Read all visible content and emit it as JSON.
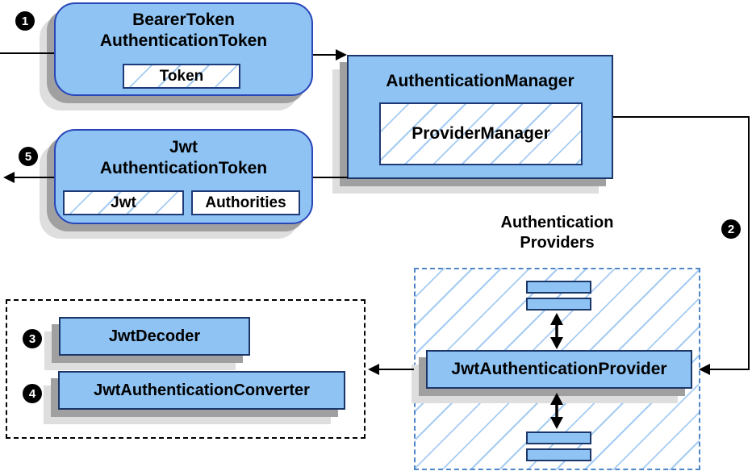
{
  "colors": {
    "node_fill": "#8ec3f3",
    "rounded_node_border": "#2946b8",
    "rect_node_border": "#1b3668",
    "hatch_line": "#a5ccf3",
    "providers_region_border": "#4e86c8",
    "dashed_group_border": "#000000",
    "shadow_dark": "#a0a0a0",
    "shadow_light": "#dedede",
    "arrow": "#000000",
    "badge_bg": "#000000",
    "badge_text": "#ffffff"
  },
  "badges": {
    "b1": "1",
    "b2": "2",
    "b3": "3",
    "b4": "4",
    "b5": "5"
  },
  "nodes": {
    "bearer_token": {
      "line1": "BearerToken",
      "line2": "AuthenticationToken",
      "token": "Token"
    },
    "authentication_manager": {
      "title": "AuthenticationManager",
      "provider_manager": "ProviderManager"
    },
    "jwt_authentication_token": {
      "line1": "Jwt",
      "line2": "AuthenticationToken",
      "jwt": "Jwt",
      "authorities": "Authorities"
    },
    "jwt_decoder": "JwtDecoder",
    "jwt_authentication_converter": "JwtAuthenticationConverter",
    "jwt_authentication_provider": "JwtAuthenticationProvider",
    "providers_group": {
      "line1": "Authentication",
      "line2": "Providers"
    }
  }
}
